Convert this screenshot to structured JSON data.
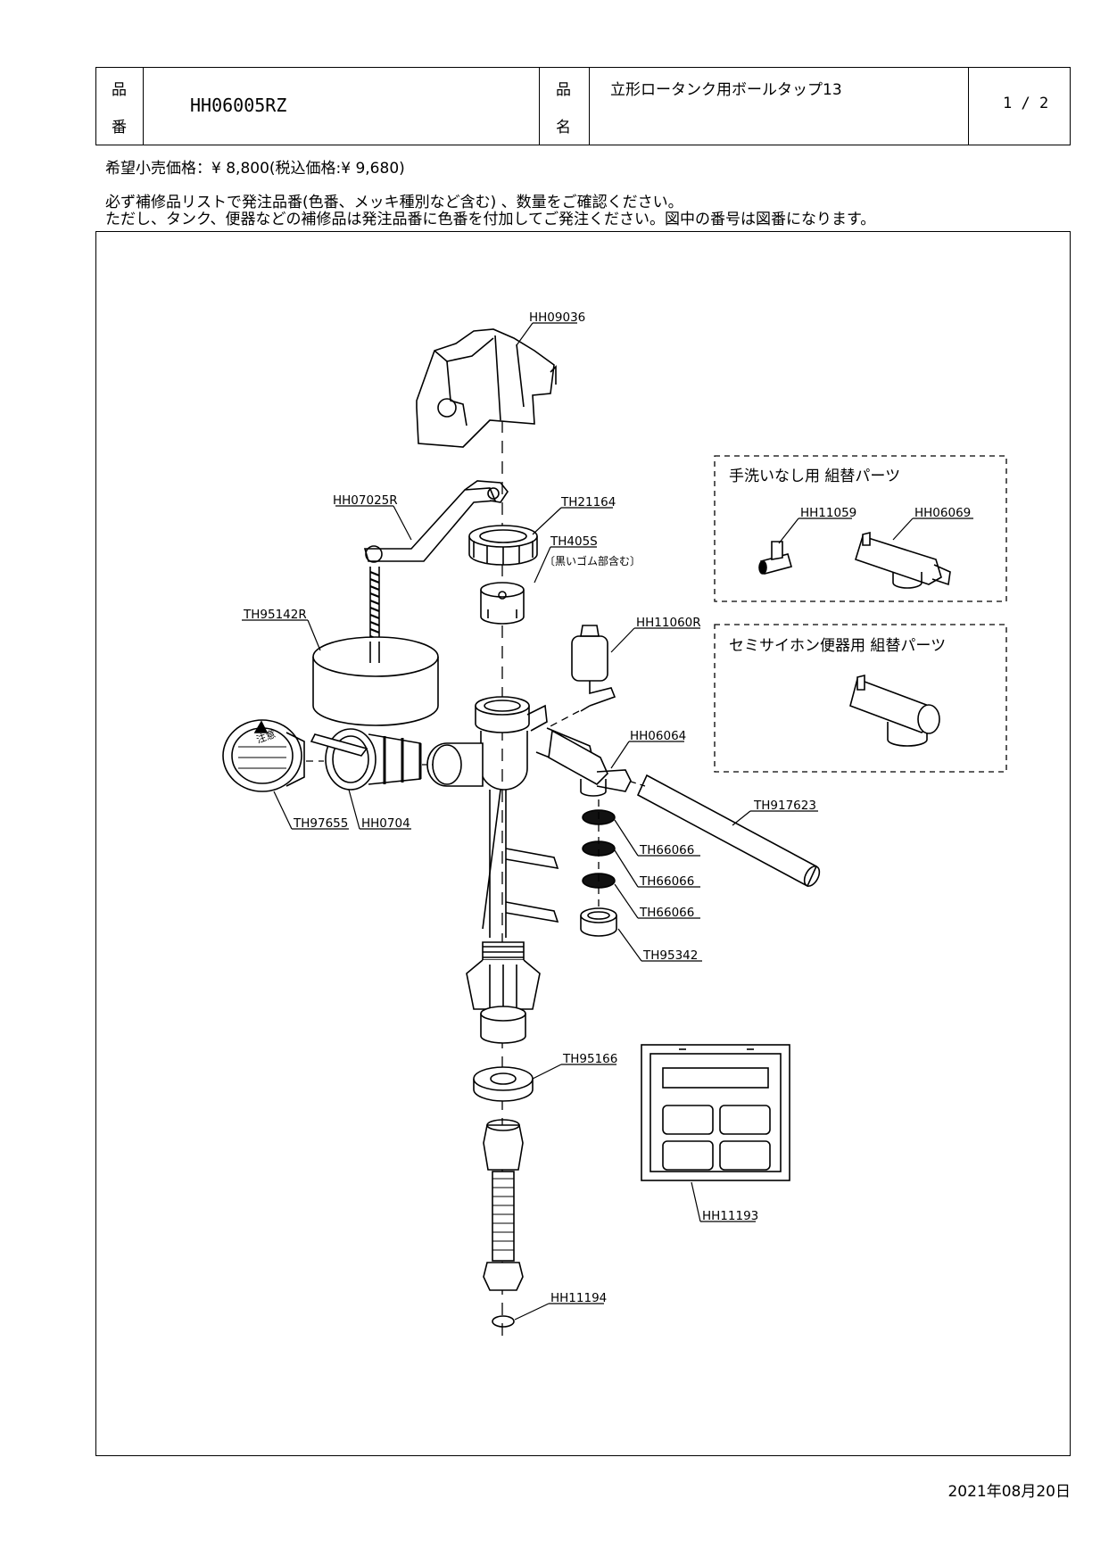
{
  "header": {
    "part_number_label_1": "品",
    "part_number_label_2": "番",
    "part_number": "HH06005RZ",
    "product_name_label_1": "品",
    "product_name_label_2": "名",
    "product_name": "立形ロータンク用ボールタップ13",
    "page": "1 / 2"
  },
  "price_line": "希望小売価格：¥ 8,800(税込価格:¥ 9,680)",
  "notes": [
    "必ず補修品リストで発注品番(色番、メッキ種別など含む) 、数量をご確認ください。",
    "ただし、タンク、便器などの補修品は発注品番に色番を付加してご発注ください。図中の番号は図番になります。"
  ],
  "diagram": {
    "callouts": {
      "hh09036": "HH09036",
      "hh07025r": "HH07025R",
      "th21164": "TH21164",
      "th405s": "TH405S",
      "th405s_note": "〔黒いゴム部含む〕",
      "th95142r": "TH95142R",
      "hh11060r": "HH11060R",
      "hh06064": "HH06064",
      "th917623": "TH917623",
      "th97655": "TH97655",
      "hh0704": "HH0704",
      "th66066_a": "TH66066",
      "th66066_b": "TH66066",
      "th66066_c": "TH66066",
      "th95342": "TH95342",
      "th95166": "TH95166",
      "hh11193": "HH11193",
      "hh11194": "HH11194",
      "hh11059": "HH11059",
      "hh06069": "HH06069"
    },
    "box_no_handwash_title": "手洗いなし用 組替パーツ",
    "box_semi_siphon_title": "セミサイホン便器用 組替パーツ",
    "sticker_text": "注意"
  },
  "date": "2021年08月20日"
}
